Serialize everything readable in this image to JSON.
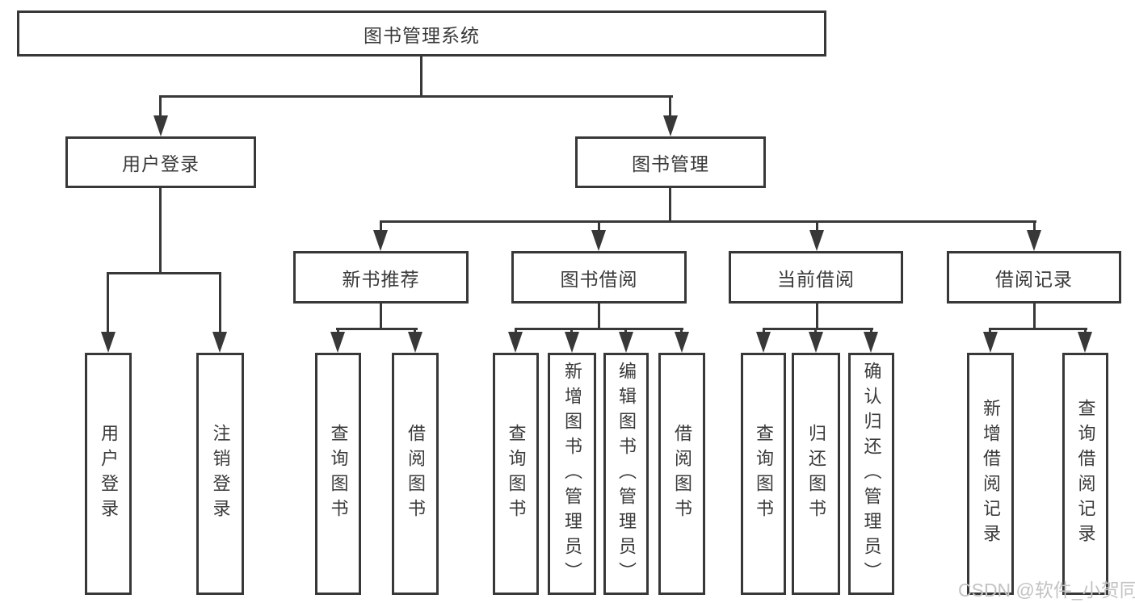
{
  "diagram_type": "hierarchy-tree",
  "hierarchy": {
    "label": "图书管理系统",
    "children": [
      {
        "label": "用户登录",
        "children": [
          {
            "label": "用户登录"
          },
          {
            "label": "注销登录"
          }
        ]
      },
      {
        "label": "图书管理",
        "children": [
          {
            "label": "新书推荐",
            "children": [
              {
                "label": "查询图书"
              },
              {
                "label": "借阅图书"
              }
            ]
          },
          {
            "label": "图书借阅",
            "children": [
              {
                "label": "查询图书"
              },
              {
                "label": "新增图书（管理员）"
              },
              {
                "label": "编辑图书（管理员）"
              },
              {
                "label": "借阅图书"
              }
            ]
          },
          {
            "label": "当前借阅",
            "children": [
              {
                "label": "查询图书"
              },
              {
                "label": "归还图书"
              },
              {
                "label": "确认归还（管理员）"
              }
            ]
          },
          {
            "label": "借阅记录",
            "children": [
              {
                "label": "新增借阅记录"
              },
              {
                "label": "查询借阅记录"
              }
            ]
          }
        ]
      }
    ]
  },
  "watermark": {
    "text": "CSDN @软件_小贺同学"
  },
  "colors": {
    "line": "#383838",
    "box_border": "#383838",
    "text": "#3a3a3a",
    "watermark": "#c3c3c3",
    "background": "#ffffff"
  }
}
